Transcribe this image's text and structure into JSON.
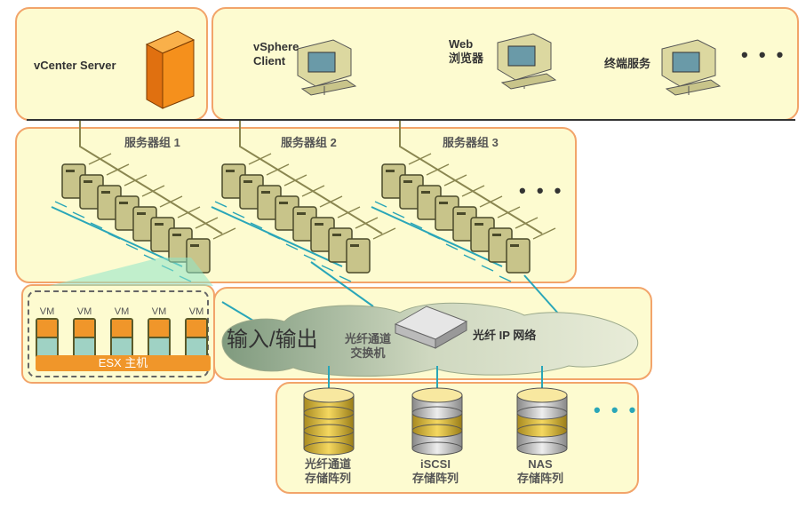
{
  "management": {
    "vcenter_label": "vCenter Server"
  },
  "clients": [
    {
      "label": "vSphere Client"
    },
    {
      "label": "Web 浏览器"
    },
    {
      "label": "终端服务"
    }
  ],
  "more_symbol": "• • •",
  "server_groups": [
    {
      "label": "服务器组 1"
    },
    {
      "label": "服务器组 2"
    },
    {
      "label": "服务器组 3"
    }
  ],
  "esx_host": {
    "vm_labels": [
      "VM",
      "VM",
      "VM",
      "VM",
      "VM"
    ],
    "label": "ESX 主机"
  },
  "network": {
    "io_label": "输入/输出",
    "switch_label": "光纤通道\n交换机",
    "ip_label": "光纤 IP 网络"
  },
  "storage": [
    {
      "label": "光纤通道\n存储阵列"
    },
    {
      "label": "iSCSI\n存储阵列"
    },
    {
      "label": "NAS\n存储阵列"
    }
  ],
  "colors": {
    "box_border": "#f2a46a",
    "box_fill": "#fdfbd0",
    "esx_orange": "#f0962a",
    "link_teal": "#2aa6b8",
    "server_olive": "#c8c48a"
  }
}
